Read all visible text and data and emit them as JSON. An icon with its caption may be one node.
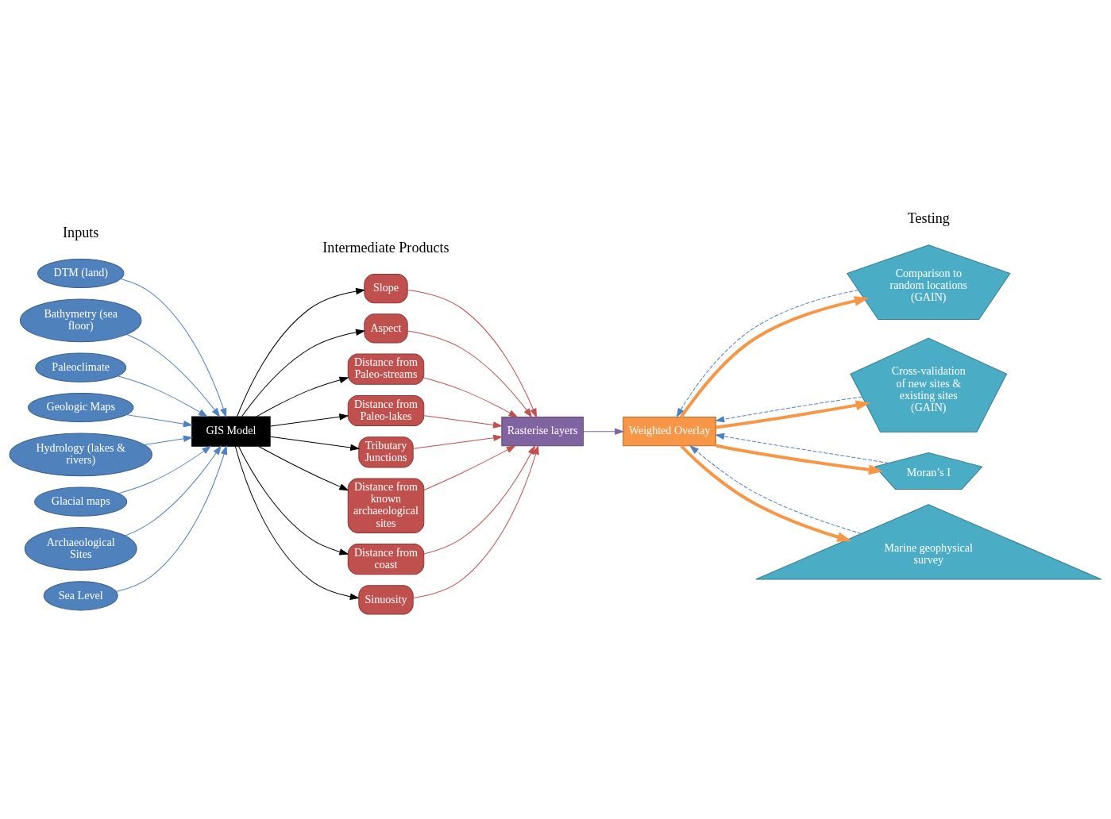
{
  "diagram": {
    "nodes": [
      {
        "text": [
          "DTM (land)"
        ]
      },
      {
        "text": [
          "Bathymetry (sea floor)"
        ]
      },
      {
        "text": [
          "Paleoclimate"
        ]
      },
      {
        "text": [
          "Geologic Maps"
        ]
      },
      {
        "text": [
          "Hydrology (lakes & rivers)"
        ]
      },
      {
        "text": [
          "Glacial maps"
        ]
      },
      {
        "text": [
          "Archaeological Sites"
        ]
      },
      {
        "text": [
          "Sea Level"
        ]
      },
      {
        "text": [
          "GIS Model"
        ]
      },
      {
        "text": [
          "Slope"
        ]
      },
      {
        "text": [
          "Aspect"
        ]
      },
      {
        "text": [
          "Distance from Paleo-streams"
        ]
      },
      {
        "text": [
          "Distance from Paleo-lakes"
        ]
      },
      {
        "text": [
          "Tributary Junctions"
        ]
      },
      {
        "text": [
          "Distance from known archaeological sites"
        ]
      },
      {
        "text": [
          "Distance from coast"
        ]
      },
      {
        "text": [
          "Sinuosity"
        ]
      },
      {
        "text": [
          "Rasterise layers"
        ]
      },
      {
        "text": [
          "Weighted Overlay"
        ]
      },
      {
        "text": [
          "Comparison to random locations (GAIN)"
        ]
      },
      {
        "text": [
          "Cross-validation of new sites & existing sites (GAIN)"
        ]
      },
      {
        "text": [
          "Moran’s I"
        ]
      },
      {
        "text": [
          "Marine geophysical survey"
        ]
      }
    ],
    "edges": [
      {
        "from": 0,
        "to": 8,
        "arrow": "to",
        "color": "#4f81bd"
      },
      {
        "from": 1,
        "to": 8,
        "arrow": "to",
        "color": "#4f81bd"
      },
      {
        "from": 2,
        "to": 8,
        "arrow": "to",
        "color": "#4f81bd"
      },
      {
        "from": 3,
        "to": 8,
        "arrow": "to",
        "color": "#4f81bd"
      },
      {
        "from": 4,
        "to": 8,
        "arrow": "to",
        "color": "#4f81bd"
      },
      {
        "from": 5,
        "to": 8,
        "arrow": "to",
        "color": "#4f81bd"
      },
      {
        "from": 6,
        "to": 8,
        "arrow": "to",
        "color": "#4f81bd"
      },
      {
        "from": 7,
        "to": 8,
        "arrow": "to",
        "color": "#4f81bd"
      },
      {
        "from": 8,
        "to": 9,
        "arrow": "to",
        "color": "#000000"
      },
      {
        "from": 8,
        "to": 10,
        "arrow": "to",
        "color": "#000000"
      },
      {
        "from": 8,
        "to": 11,
        "arrow": "to",
        "color": "#000000"
      },
      {
        "from": 8,
        "to": 12,
        "arrow": "to",
        "color": "#000000"
      },
      {
        "from": 8,
        "to": 13,
        "arrow": "to",
        "color": "#000000"
      },
      {
        "from": 8,
        "to": 14,
        "arrow": "to",
        "color": "#000000"
      },
      {
        "from": 8,
        "to": 15,
        "arrow": "to",
        "color": "#000000"
      },
      {
        "from": 8,
        "to": 16,
        "arrow": "to",
        "color": "#000000"
      },
      {
        "from": 9,
        "to": 17,
        "arrow": "to",
        "color": "#c0504d"
      },
      {
        "from": 10,
        "to": 17,
        "arrow": "to",
        "color": "#c0504d"
      },
      {
        "from": 11,
        "to": 17,
        "arrow": "to",
        "color": "#c0504d"
      },
      {
        "from": 12,
        "to": 17,
        "arrow": "to",
        "color": "#c0504d"
      },
      {
        "from": 13,
        "to": 17,
        "arrow": "to",
        "color": "#c0504d"
      },
      {
        "from": 14,
        "to": 17,
        "arrow": "to",
        "color": "#c0504d"
      },
      {
        "from": 15,
        "to": 17,
        "arrow": "to",
        "color": "#c0504d"
      },
      {
        "from": 16,
        "to": 17,
        "arrow": "to",
        "color": "#c0504d"
      },
      {
        "from": 17,
        "to": 18,
        "arrow": "to",
        "color": "#8064a2"
      },
      {
        "from": 18,
        "to": 19,
        "arrow": "to",
        "style": "thick",
        "color": "#f79646"
      },
      {
        "from": 18,
        "to": 20,
        "arrow": "to",
        "style": "thick",
        "color": "#f79646"
      },
      {
        "from": 18,
        "to": 21,
        "arrow": "to",
        "style": "thick",
        "color": "#f79646"
      },
      {
        "from": 18,
        "to": 22,
        "arrow": "to",
        "style": "thick",
        "color": "#f79646"
      },
      {
        "from": 19,
        "to": 18,
        "arrow": "to",
        "style": "dashed",
        "color": "#4f81bd"
      },
      {
        "from": 20,
        "to": 18,
        "arrow": "to",
        "style": "dashed",
        "color": "#4f81bd"
      },
      {
        "from": 21,
        "to": 18,
        "arrow": "to",
        "style": "dashed",
        "color": "#4f81bd"
      },
      {
        "from": 22,
        "to": 18,
        "arrow": "to",
        "style": "dashed",
        "color": "#4f81bd"
      }
    ],
    "labels": [
      "Inputs",
      "Intermediate Products",
      "Testing"
    ]
  }
}
